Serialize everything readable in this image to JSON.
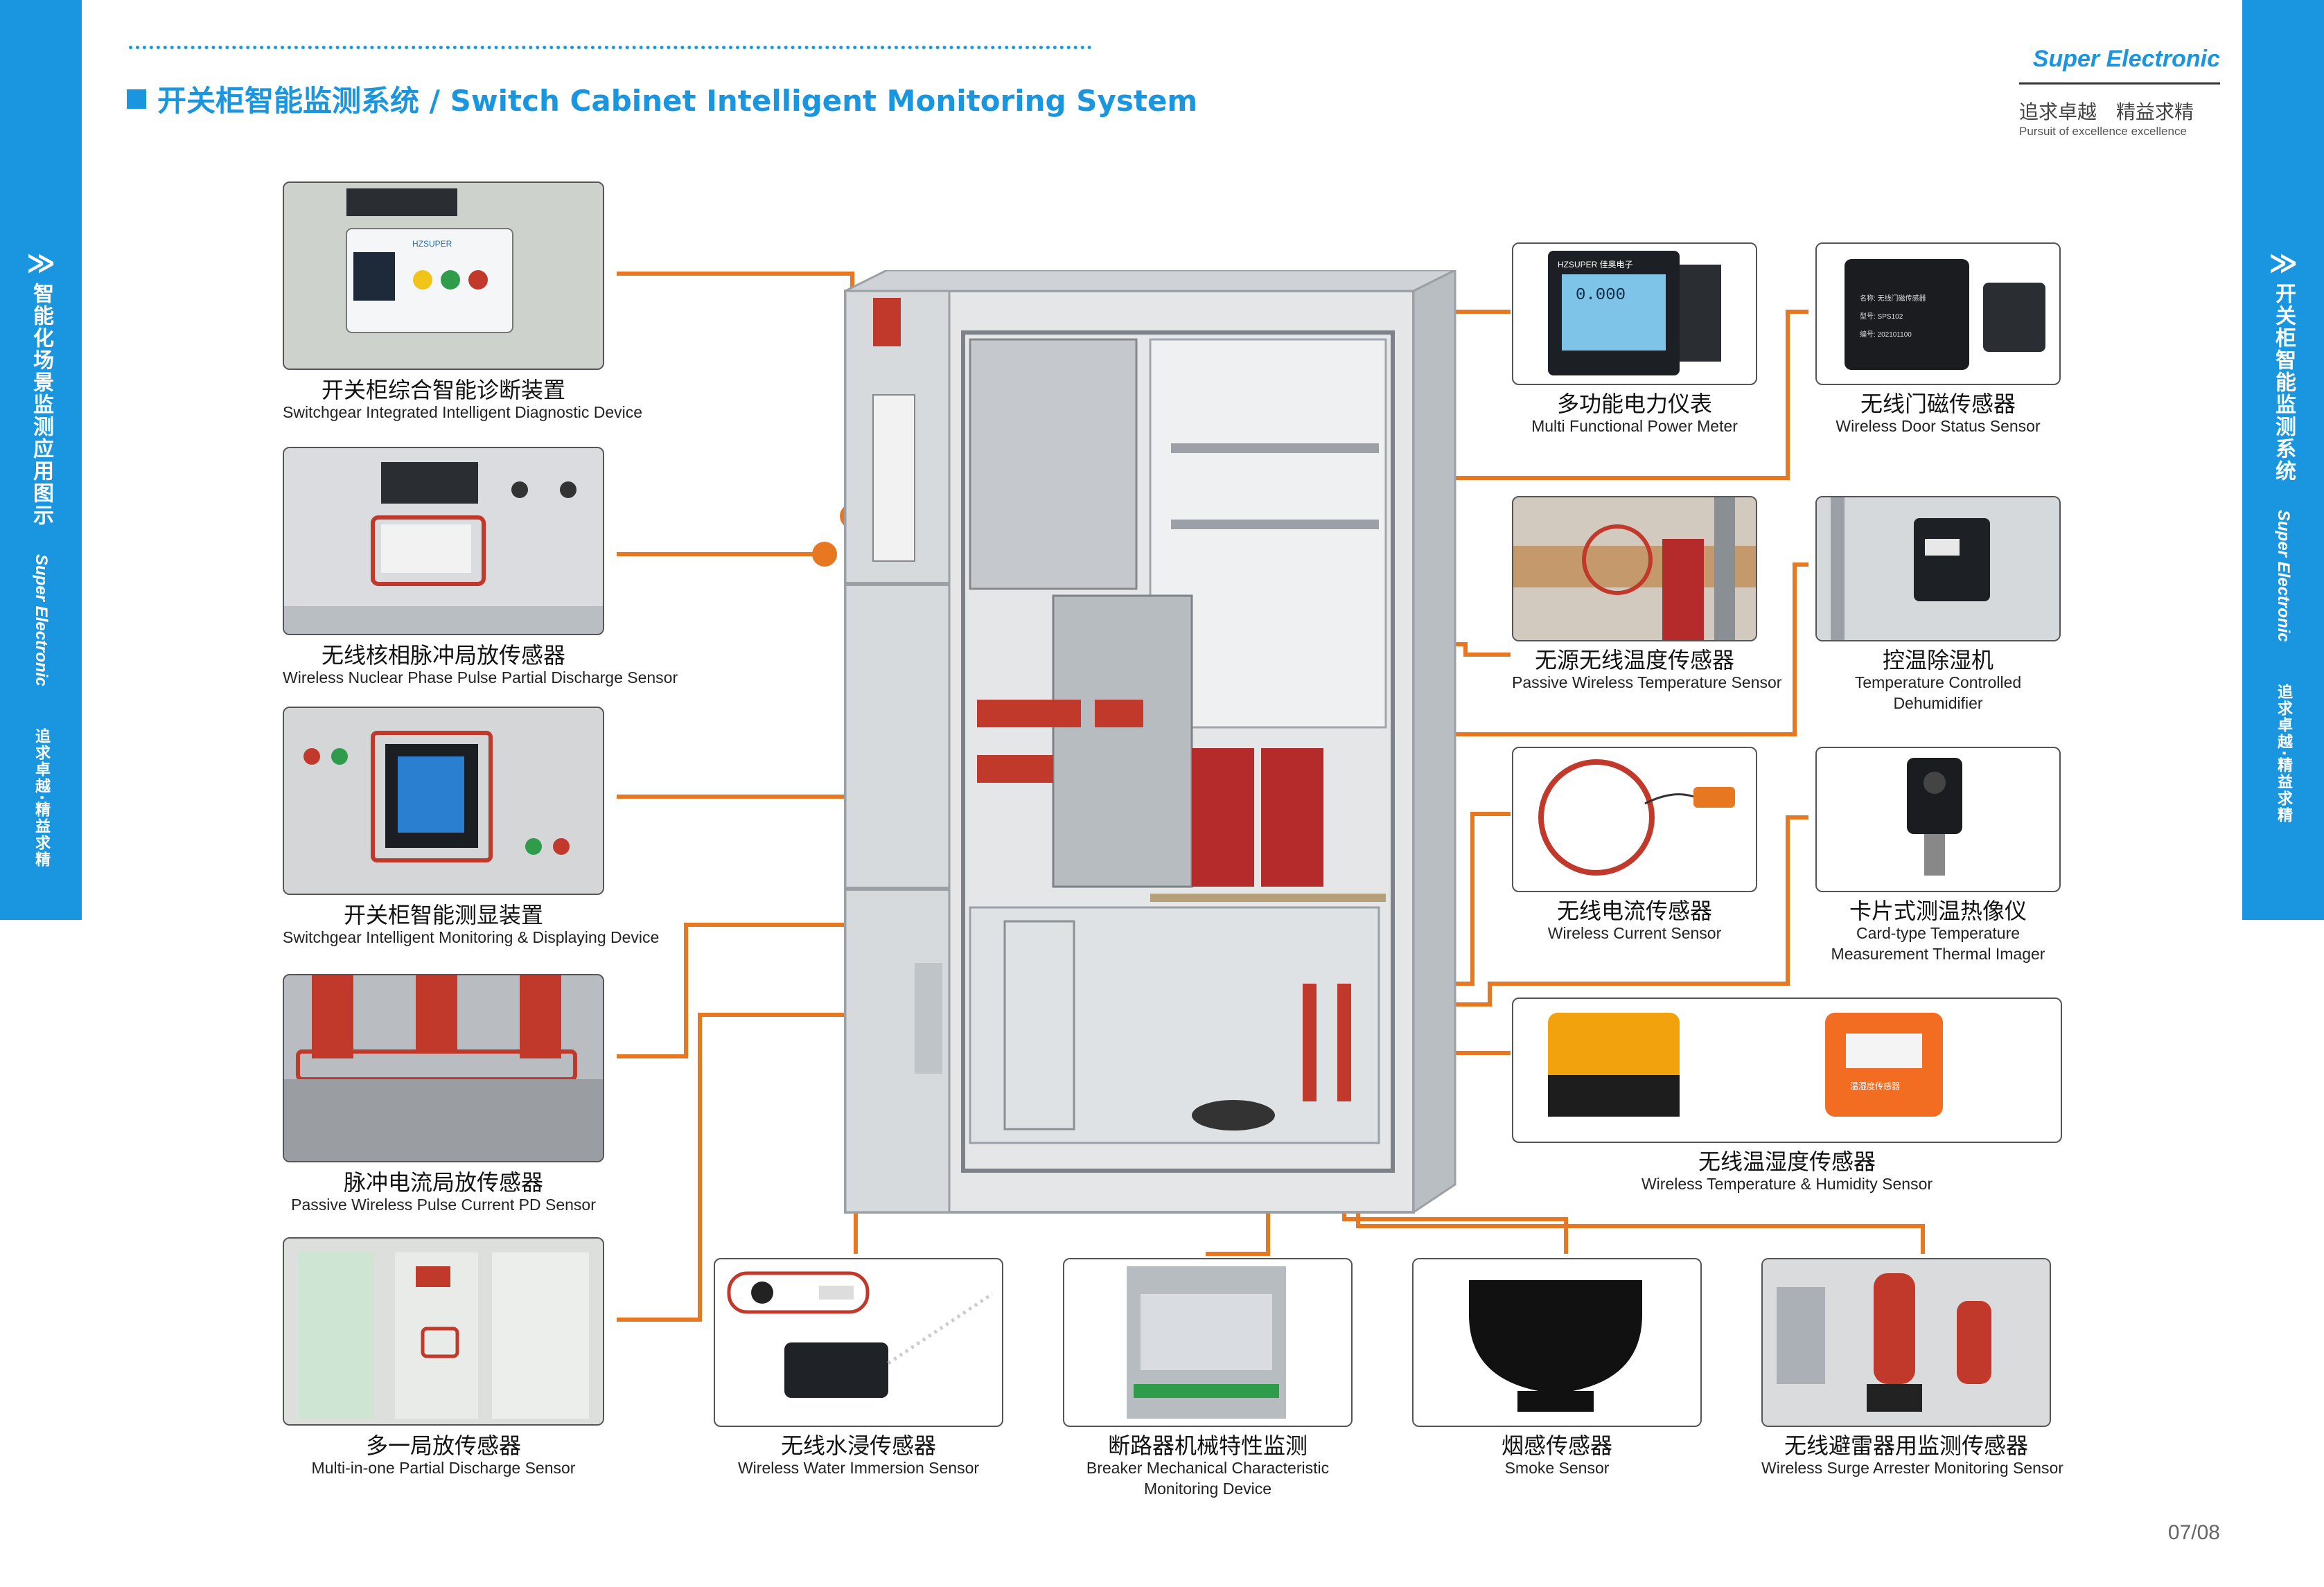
{
  "sidebar_left": {
    "chevron": "≫",
    "title_cn": "智能化场景监测应用图示",
    "brand_en": "Super Electronic",
    "slogan": "追求卓越·精益求精"
  },
  "sidebar_right": {
    "chevron": "≫",
    "title_cn": "开关柜智能监测系统",
    "brand_en": "Super Electronic",
    "slogan": "追求卓越·精益求精"
  },
  "header": {
    "title": "开关柜智能监测系统 / Switch Cabinet Intelligent Monitoring System"
  },
  "brand": {
    "name": "Super Electronic",
    "slogan_cn": "追求卓越　精益求精",
    "slogan_en": "Pursuit of excellence excellence"
  },
  "components": [
    {
      "cn": "开关柜综合智能诊断装置",
      "en": "Switchgear Integrated Intelligent Diagnostic Device"
    },
    {
      "cn": "无线核相脉冲局放传感器",
      "en": "Wireless Nuclear Phase Pulse Partial Discharge Sensor"
    },
    {
      "cn": "开关柜智能测显装置",
      "en": "Switchgear Intelligent Monitoring & Displaying Device"
    },
    {
      "cn": "脉冲电流局放传感器",
      "en": "Passive Wireless Pulse Current PD Sensor"
    },
    {
      "cn": "多一局放传感器",
      "en": "Multi-in-one Partial Discharge Sensor"
    },
    {
      "cn": "无线水浸传感器",
      "en": "Wireless Water Immersion Sensor"
    },
    {
      "cn": "断路器机械特性监测",
      "en": "Breaker Mechanical Characteristic Monitoring Device"
    },
    {
      "cn": "烟感传感器",
      "en": "Smoke Sensor"
    },
    {
      "cn": "无线避雷器用监测传感器",
      "en": "Wireless Surge Arrester Monitoring Sensor"
    },
    {
      "cn": "多功能电力仪表",
      "en": "Multi Functional Power Meter"
    },
    {
      "cn": "无线门磁传感器",
      "en": "Wireless Door Status Sensor"
    },
    {
      "cn": "无源无线温度传感器",
      "en": "Passive Wireless Temperature Sensor"
    },
    {
      "cn": "控温除湿机",
      "en": "Temperature Controlled Dehumidifier"
    },
    {
      "cn": "无线电流传感器",
      "en": "Wireless Current Sensor"
    },
    {
      "cn": "卡片式测温热像仪",
      "en": "Card-type Temperature Measurement Thermal Imager"
    },
    {
      "cn": "无线温湿度传感器",
      "en": "Wireless Temperature & Humidity Sensor"
    }
  ],
  "device_labels": {
    "meter_brand": "HZSUPER 佳奥电子",
    "meter_reading": "0.000",
    "door_sensor_lines": [
      "名称: 无线门磁传感器",
      "型号: SPS102",
      "编号: 202101100"
    ],
    "diag_brand": "HZSUPER",
    "th_sensor_label": "温湿度传感器"
  },
  "page": {
    "number": "07/08"
  },
  "colors": {
    "accent": "#1a96e0",
    "connector": "#e87722"
  }
}
